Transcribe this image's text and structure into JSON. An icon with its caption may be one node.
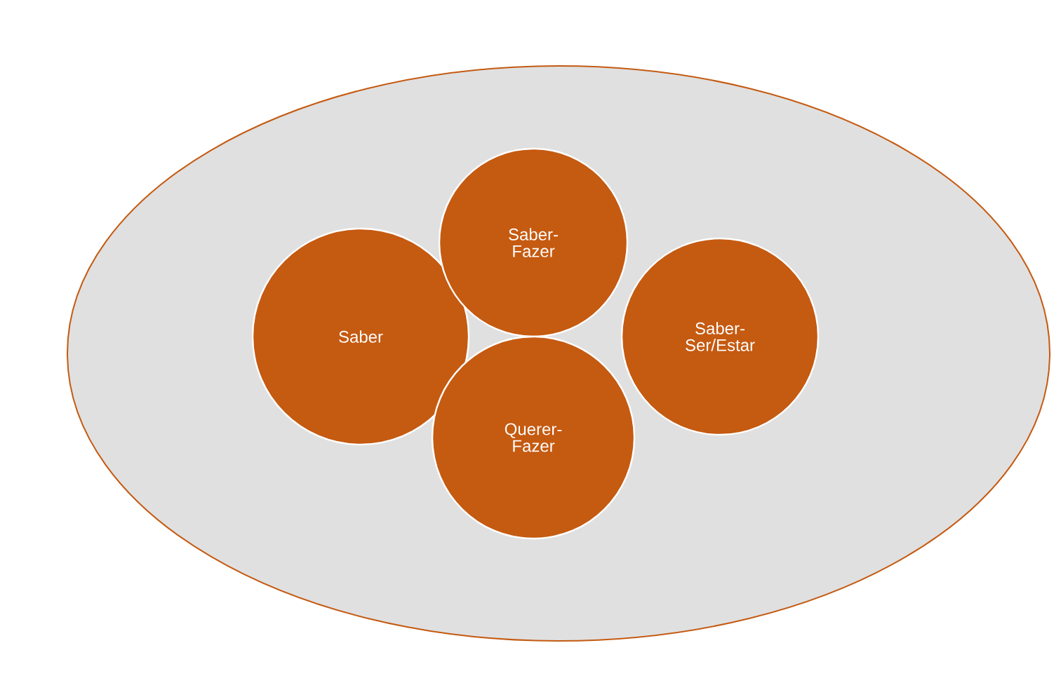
{
  "diagram": {
    "nodes": [
      {
        "text": [],
        "shape": "ellipse"
      },
      {
        "text": [
          "Saber"
        ],
        "in": 0
      },
      {
        "text": [
          "Saber-Fazer"
        ],
        "in": 0
      },
      {
        "text": [
          "Saber-Ser/Estar"
        ],
        "in": 0
      },
      {
        "text": [
          "Querer-Fazer"
        ],
        "in": 0
      }
    ]
  }
}
